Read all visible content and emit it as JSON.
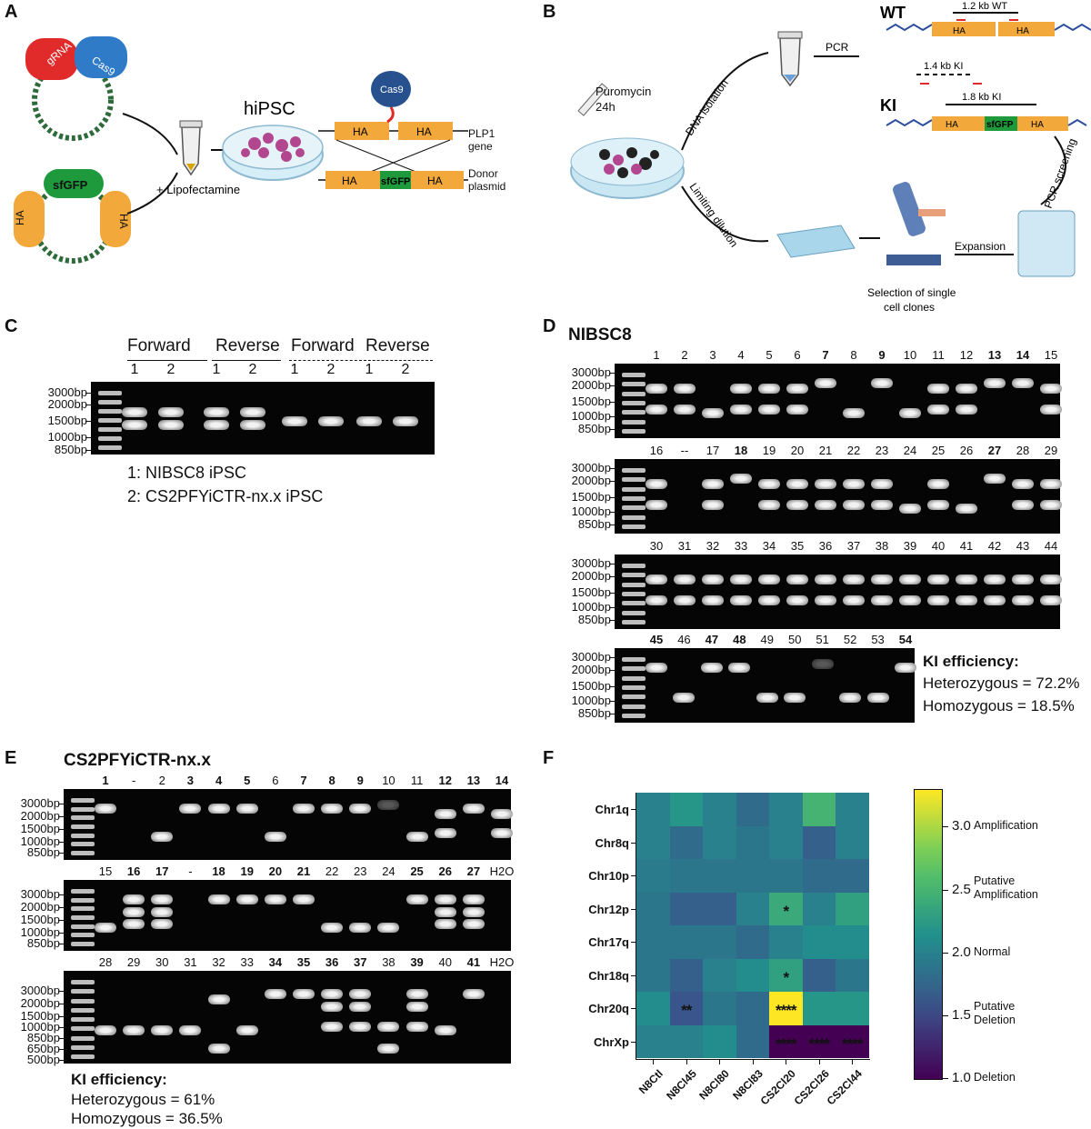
{
  "panels": {
    "A": {
      "label": "A",
      "grna": "gRNA",
      "cas9": "Cas9",
      "sfgfp": "sfGFP",
      "ha": "HA",
      "lipofectamine": "+ Lipofectamine",
      "hipsc": "hiPSC",
      "cas9_small": "Cas9",
      "plp1_gene": "PLP1\ngene",
      "donor_plasmid": "Donor\nplasmid"
    },
    "B": {
      "label": "B",
      "puromycin": "Puromycin\n24h",
      "dna_isolation": "DNA isolation",
      "pcr": "PCR",
      "limiting_dilution": "Limiting dilution",
      "wt": "WT",
      "wt_product": "1.2 kb WT",
      "ki_1_4": "1.4 kb KI",
      "ki": "KI",
      "ki_1_8": "1.8 kb KI",
      "ha": "HA",
      "sfgfp": "sfGFP",
      "selection": "Selection of single\ncell clones",
      "expansion": "Expansion",
      "pcr_screening": "PCR screening"
    },
    "C": {
      "label": "C",
      "headers": [
        "Forward",
        "Reverse",
        "Forward",
        "Reverse"
      ],
      "lanes": [
        "1",
        "2",
        "1",
        "2",
        "1",
        "2",
        "1",
        "2"
      ],
      "markers": [
        "3000bp",
        "2000bp",
        "1500bp",
        "1000bp",
        "850bp"
      ],
      "legend_1": "1: NIBSC8 iPSC",
      "legend_2": "2: CS2PFYiCTR-nx.x iPSC"
    },
    "D": {
      "label": "D",
      "title": "NIBSC8",
      "markers": [
        "3000bp",
        "2000bp",
        "1500bp",
        "1000bp",
        "850bp"
      ],
      "rows": [
        {
          "lanes": [
            {
              "n": "1",
              "b": false,
              "g": "het"
            },
            {
              "n": "2",
              "b": false,
              "g": "het"
            },
            {
              "n": "3",
              "b": false,
              "g": "wt"
            },
            {
              "n": "4",
              "b": false,
              "g": "het"
            },
            {
              "n": "5",
              "b": false,
              "g": "het"
            },
            {
              "n": "6",
              "b": false,
              "g": "het"
            },
            {
              "n": "7",
              "b": true,
              "g": "hom"
            },
            {
              "n": "8",
              "b": false,
              "g": "wt"
            },
            {
              "n": "9",
              "b": true,
              "g": "hom"
            },
            {
              "n": "10",
              "b": false,
              "g": "wt"
            },
            {
              "n": "11",
              "b": false,
              "g": "het"
            },
            {
              "n": "12",
              "b": false,
              "g": "het"
            },
            {
              "n": "13",
              "b": true,
              "g": "hom"
            },
            {
              "n": "14",
              "b": true,
              "g": "hom"
            },
            {
              "n": "15",
              "b": false,
              "g": "het"
            }
          ]
        },
        {
          "lanes": [
            {
              "n": "16",
              "b": false,
              "g": "het"
            },
            {
              "n": "--",
              "b": false,
              "g": "none"
            },
            {
              "n": "17",
              "b": false,
              "g": "het"
            },
            {
              "n": "18",
              "b": true,
              "g": "hom"
            },
            {
              "n": "19",
              "b": false,
              "g": "het"
            },
            {
              "n": "20",
              "b": false,
              "g": "het"
            },
            {
              "n": "21",
              "b": false,
              "g": "het"
            },
            {
              "n": "22",
              "b": false,
              "g": "het"
            },
            {
              "n": "23",
              "b": false,
              "g": "het"
            },
            {
              "n": "24",
              "b": false,
              "g": "wt"
            },
            {
              "n": "25",
              "b": false,
              "g": "het"
            },
            {
              "n": "26",
              "b": false,
              "g": "wt"
            },
            {
              "n": "27",
              "b": true,
              "g": "hom"
            },
            {
              "n": "28",
              "b": false,
              "g": "het"
            },
            {
              "n": "29",
              "b": false,
              "g": "het"
            }
          ]
        },
        {
          "lanes": [
            {
              "n": "30",
              "b": false,
              "g": "het"
            },
            {
              "n": "31",
              "b": false,
              "g": "het"
            },
            {
              "n": "32",
              "b": false,
              "g": "het"
            },
            {
              "n": "33",
              "b": false,
              "g": "het"
            },
            {
              "n": "34",
              "b": false,
              "g": "het"
            },
            {
              "n": "35",
              "b": false,
              "g": "het"
            },
            {
              "n": "36",
              "b": false,
              "g": "het"
            },
            {
              "n": "37",
              "b": false,
              "g": "het"
            },
            {
              "n": "38",
              "b": false,
              "g": "het"
            },
            {
              "n": "39",
              "b": false,
              "g": "het"
            },
            {
              "n": "40",
              "b": false,
              "g": "het"
            },
            {
              "n": "41",
              "b": false,
              "g": "het"
            },
            {
              "n": "42",
              "b": false,
              "g": "het"
            },
            {
              "n": "43",
              "b": false,
              "g": "het"
            },
            {
              "n": "44",
              "b": false,
              "g": "het"
            }
          ]
        },
        {
          "lanes": [
            {
              "n": "45",
              "b": true,
              "g": "hom"
            },
            {
              "n": "46",
              "b": false,
              "g": "wt"
            },
            {
              "n": "47",
              "b": true,
              "g": "hom"
            },
            {
              "n": "48",
              "b": true,
              "g": "hom"
            },
            {
              "n": "49",
              "b": false,
              "g": "wt"
            },
            {
              "n": "50",
              "b": false,
              "g": "wt"
            },
            {
              "n": "51",
              "b": false,
              "g": "faint"
            },
            {
              "n": "52",
              "b": false,
              "g": "wt"
            },
            {
              "n": "53",
              "b": false,
              "g": "wt"
            },
            {
              "n": "54",
              "b": true,
              "g": "hom"
            }
          ]
        }
      ],
      "ki_title": "KI efficiency:",
      "ki_het": "Heterozygous = 72.2%",
      "ki_hom": "Homozygous = 18.5%"
    },
    "E": {
      "label": "E",
      "title": "CS2PFYiCTR-nx.x",
      "markers": [
        "3000bp",
        "2000bp",
        "1500bp",
        "1000bp",
        "850bp"
      ],
      "markers_last": [
        "3000bp",
        "2000bp",
        "1500bp",
        "1000bp",
        "850bp",
        "650bp",
        "500bp"
      ],
      "rows": [
        {
          "lanes": [
            {
              "n": "1",
              "b": true,
              "g": "hom"
            },
            {
              "n": "-",
              "b": false,
              "g": "none"
            },
            {
              "n": "2",
              "b": false,
              "g": "wt"
            },
            {
              "n": "3",
              "b": true,
              "g": "hom"
            },
            {
              "n": "4",
              "b": true,
              "g": "hom"
            },
            {
              "n": "5",
              "b": true,
              "g": "hom"
            },
            {
              "n": "6",
              "b": false,
              "g": "wt"
            },
            {
              "n": "7",
              "b": true,
              "g": "hom"
            },
            {
              "n": "8",
              "b": true,
              "g": "hom"
            },
            {
              "n": "9",
              "b": true,
              "g": "hom"
            },
            {
              "n": "10",
              "b": false,
              "g": "faint"
            },
            {
              "n": "11",
              "b": false,
              "g": "wt"
            },
            {
              "n": "12",
              "b": true,
              "g": "het"
            },
            {
              "n": "13",
              "b": true,
              "g": "hom"
            },
            {
              "n": "14",
              "b": true,
              "g": "het"
            }
          ]
        },
        {
          "lanes": [
            {
              "n": "15",
              "b": false,
              "g": "wt"
            },
            {
              "n": "16",
              "b": true,
              "g": "het3"
            },
            {
              "n": "17",
              "b": true,
              "g": "het3"
            },
            {
              "n": "-",
              "b": false,
              "g": "none"
            },
            {
              "n": "18",
              "b": true,
              "g": "hom"
            },
            {
              "n": "19",
              "b": true,
              "g": "hom"
            },
            {
              "n": "20",
              "b": true,
              "g": "hom"
            },
            {
              "n": "21",
              "b": true,
              "g": "hom"
            },
            {
              "n": "22",
              "b": false,
              "g": "wt"
            },
            {
              "n": "23",
              "b": false,
              "g": "wt"
            },
            {
              "n": "24",
              "b": false,
              "g": "wt"
            },
            {
              "n": "25",
              "b": true,
              "g": "hom"
            },
            {
              "n": "26",
              "b": true,
              "g": "het3"
            },
            {
              "n": "27",
              "b": true,
              "g": "het3"
            },
            {
              "n": "H2O",
              "b": false,
              "g": "none"
            }
          ]
        },
        {
          "lanes": [
            {
              "n": "28",
              "b": false,
              "g": "wt"
            },
            {
              "n": "29",
              "b": false,
              "g": "wt"
            },
            {
              "n": "30",
              "b": false,
              "g": "wt"
            },
            {
              "n": "31",
              "b": false,
              "g": "wt"
            },
            {
              "n": "32",
              "b": false,
              "g": "hom_low"
            },
            {
              "n": "33",
              "b": false,
              "g": "wt"
            },
            {
              "n": "34",
              "b": true,
              "g": "hom"
            },
            {
              "n": "35",
              "b": true,
              "g": "hom"
            },
            {
              "n": "36",
              "b": true,
              "g": "het3"
            },
            {
              "n": "37",
              "b": true,
              "g": "het3"
            },
            {
              "n": "38",
              "b": false,
              "g": "wt_low"
            },
            {
              "n": "39",
              "b": true,
              "g": "het3"
            },
            {
              "n": "40",
              "b": false,
              "g": "wt"
            },
            {
              "n": "41",
              "b": true,
              "g": "hom"
            },
            {
              "n": "H2O",
              "b": false,
              "g": "none"
            }
          ]
        }
      ],
      "ki_title": "KI efficiency:",
      "ki_het": "Heterozygous = 61%",
      "ki_hom": "Homozygous = 36.5%"
    },
    "F": {
      "label": "F"
    }
  },
  "chart_data": {
    "type": "heatmap",
    "rows": [
      "Chr1q",
      "Chr8q",
      "Chr10p",
      "Chr12p",
      "Chr17q",
      "Chr18q",
      "Chr20q",
      "ChrXp"
    ],
    "columns": [
      "N8Ctl",
      "N8Cl45",
      "N8Cl80",
      "N8Cl83",
      "CS2Cl20",
      "CS2Cl26",
      "CS2Cl44"
    ],
    "values": [
      [
        2.0,
        2.2,
        2.0,
        1.8,
        2.0,
        2.5,
        2.0
      ],
      [
        2.0,
        1.8,
        2.0,
        1.9,
        2.0,
        1.7,
        2.0
      ],
      [
        1.95,
        1.9,
        1.9,
        1.9,
        1.9,
        1.8,
        1.8
      ],
      [
        1.9,
        1.7,
        1.7,
        2.0,
        2.4,
        2.0,
        2.3
      ],
      [
        1.9,
        1.9,
        1.9,
        1.8,
        2.0,
        2.1,
        2.1
      ],
      [
        1.9,
        1.7,
        2.0,
        2.1,
        2.3,
        1.7,
        1.9
      ],
      [
        2.1,
        1.6,
        1.9,
        1.8,
        3.3,
        2.2,
        2.2
      ],
      [
        2.0,
        2.0,
        2.1,
        1.8,
        1.0,
        1.0,
        1.0
      ]
    ],
    "annotations": [
      {
        "row": "Chr12p",
        "col": "CS2Cl20",
        "text": "*"
      },
      {
        "row": "Chr18q",
        "col": "CS2Cl20",
        "text": "*"
      },
      {
        "row": "Chr20q",
        "col": "N8Cl45",
        "text": "**"
      },
      {
        "row": "Chr20q",
        "col": "CS2Cl20",
        "text": "****"
      },
      {
        "row": "ChrXp",
        "col": "CS2Cl20",
        "text": "****"
      },
      {
        "row": "ChrXp",
        "col": "CS2Cl26",
        "text": "****"
      },
      {
        "row": "ChrXp",
        "col": "CS2Cl44",
        "text": "****"
      }
    ],
    "colorbar": {
      "range": [
        1.0,
        3.3
      ],
      "ticks": [
        {
          "v": 3.0,
          "label": "3.0",
          "text": "Amplification"
        },
        {
          "v": 2.5,
          "label": "2.5",
          "text": "Putative\nAmplification"
        },
        {
          "v": 2.0,
          "label": "2.0",
          "text": "Normal"
        },
        {
          "v": 1.5,
          "label": "1.5",
          "text": "Putative\nDeletion"
        },
        {
          "v": 1.0,
          "label": "1.0",
          "text": "Deletion"
        }
      ],
      "colormap": "viridis"
    }
  }
}
